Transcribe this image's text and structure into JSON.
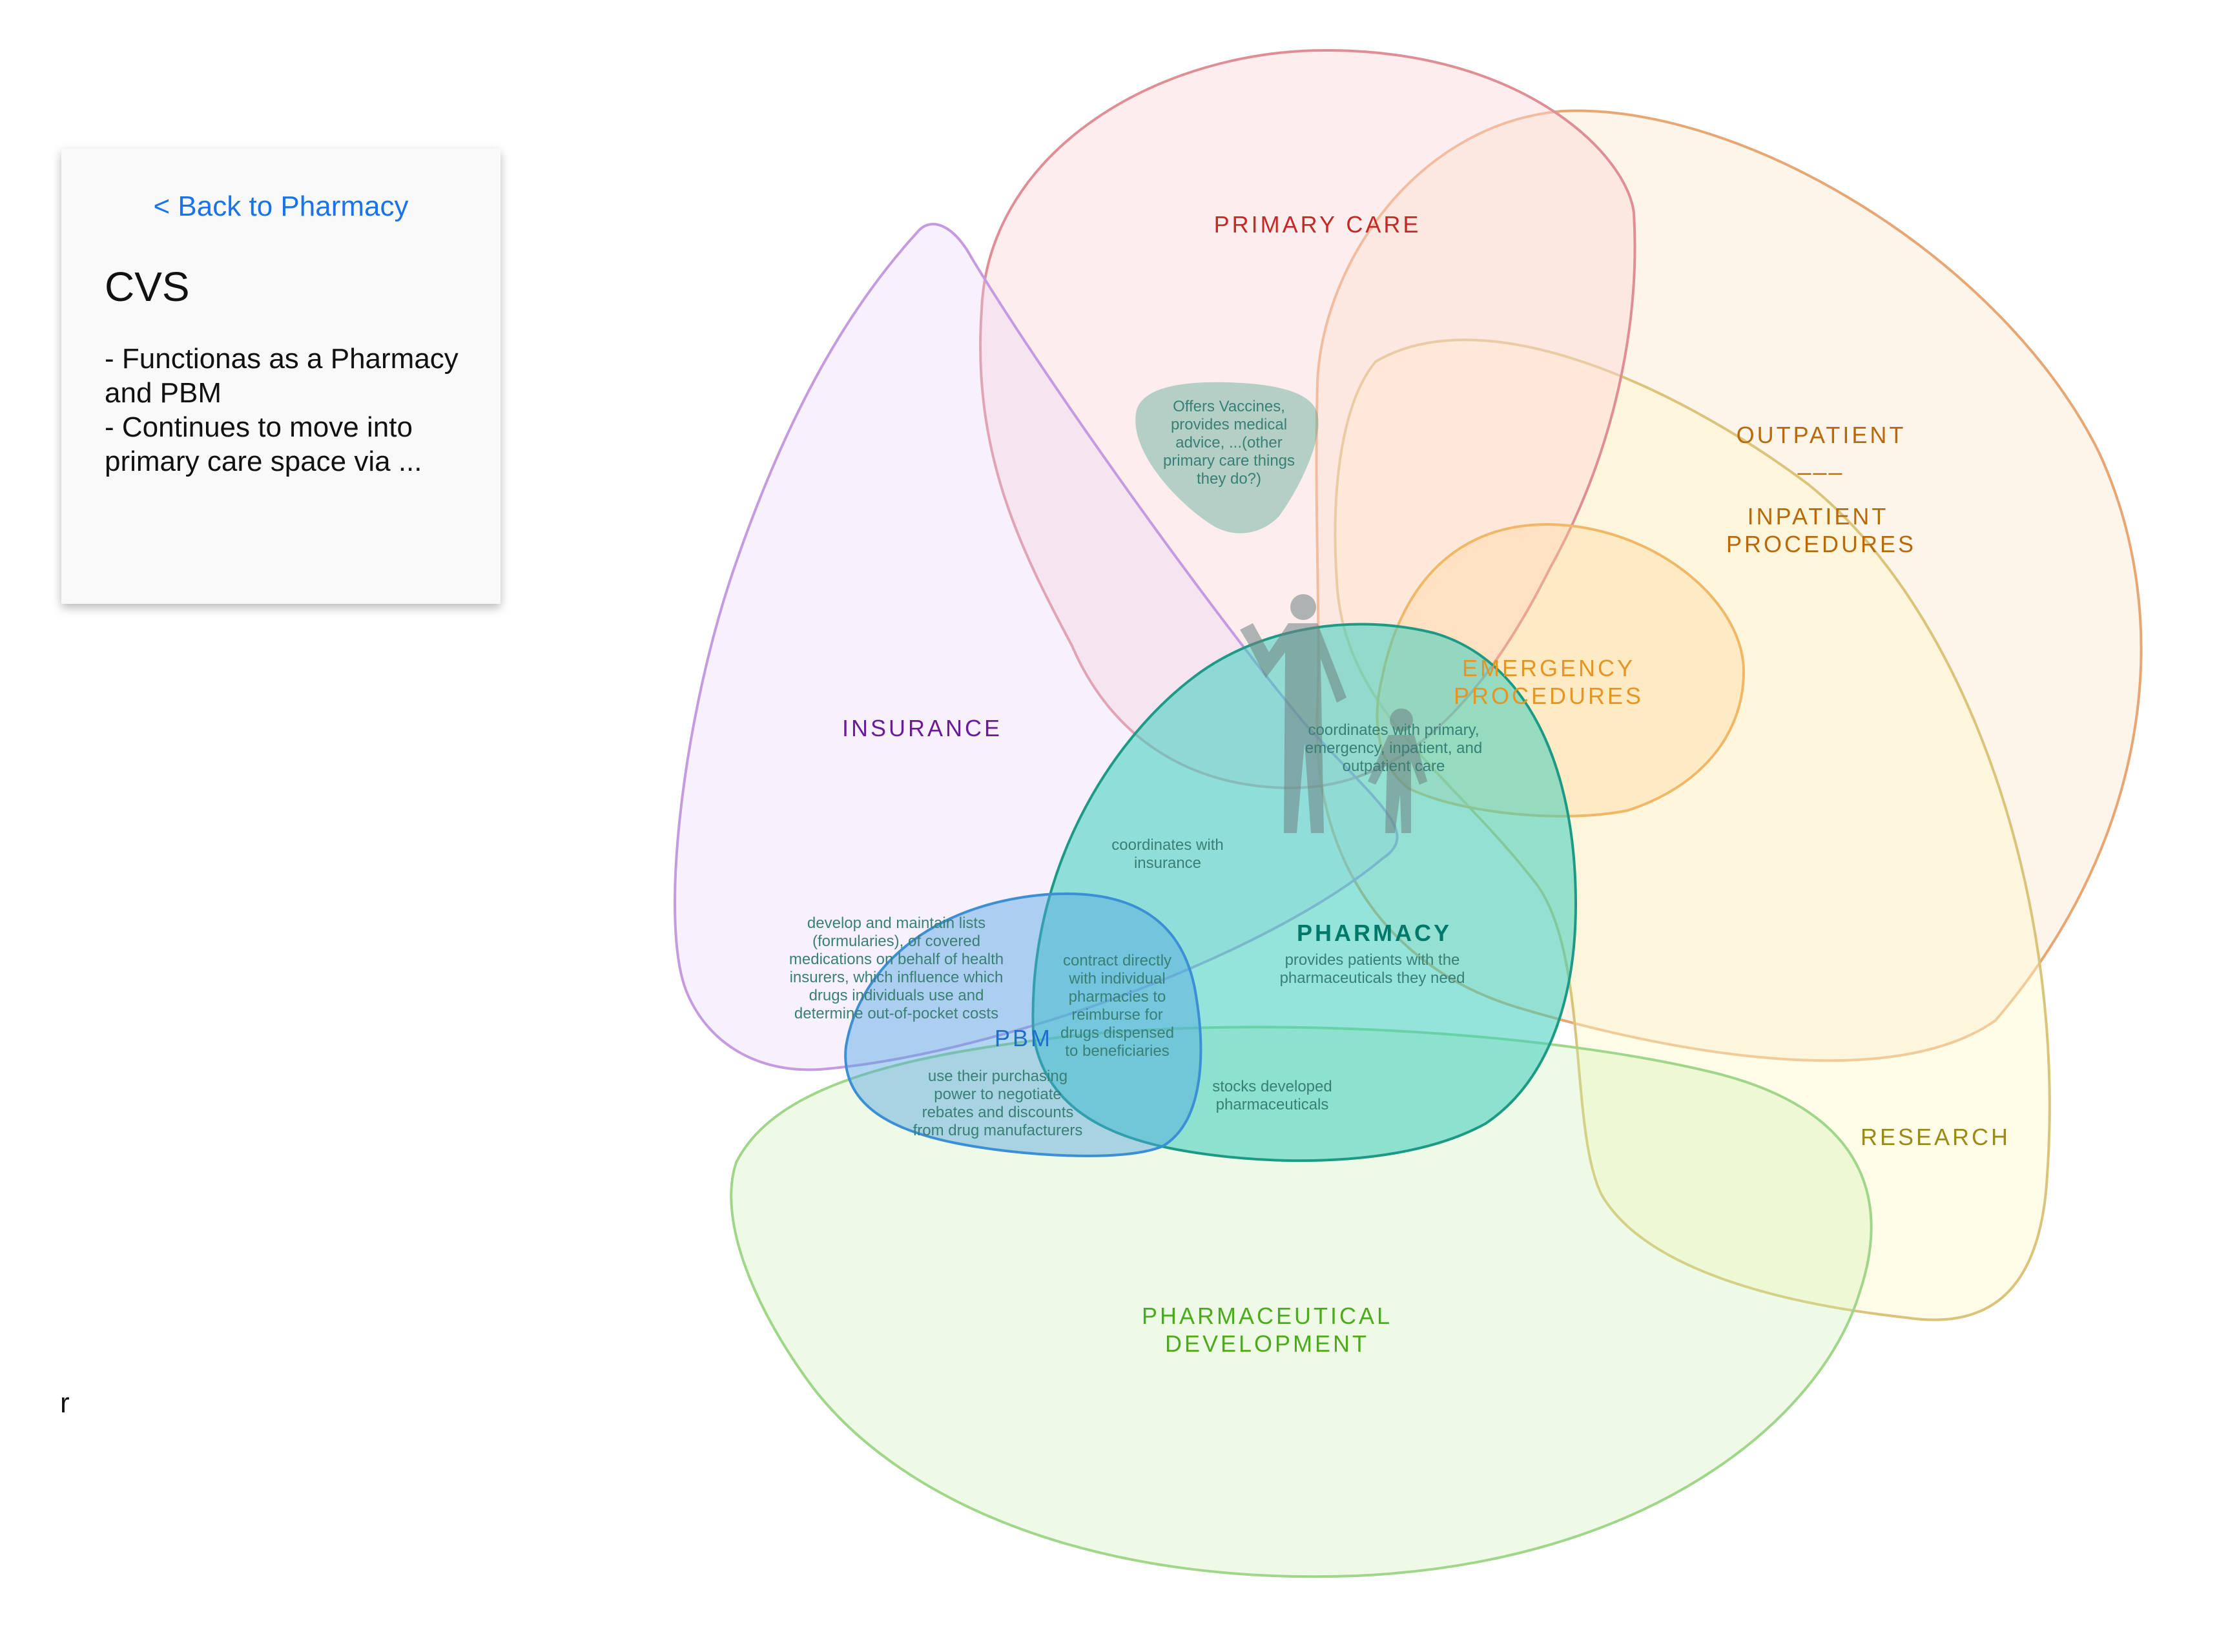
{
  "sidebar": {
    "back_link": "< Back to Pharmacy",
    "title": "CVS",
    "bullets": [
      "- Functionas as a Pharmacy",
      "and PBM",
      "- Continues to move into",
      "primary care space via ..."
    ]
  },
  "stray_text": "r",
  "diagram": {
    "labels": {
      "primary_care": "PRIMARY CARE",
      "outpatient": "OUTPATIENT",
      "separator": "___",
      "inpatient_1": "INPATIENT",
      "inpatient_2": "PROCEDURES",
      "emergency_1": "EMERGENCY",
      "emergency_2": "PROCEDURES",
      "insurance": "INSURANCE",
      "pharmacy": "PHARMACY",
      "pbm": "PBM",
      "research": "RESEARCH",
      "pharma_dev_1": "PHARMACEUTICAL",
      "pharma_dev_2": "DEVELOPMENT"
    },
    "notes": {
      "vaccines": [
        "Offers Vaccines,",
        "provides medical",
        "advice, ...(other",
        "primary care things",
        "they do?)"
      ],
      "coordinates_care": [
        "coordinates with primary,",
        "emergency, inpatient, and",
        "outpatient care"
      ],
      "coordinates_insurance": [
        "coordinates with",
        "insurance"
      ],
      "formularies": [
        "develop and maintain lists",
        "(formularies), of covered",
        "medications on behalf of health",
        "insurers, which influence which",
        "drugs individuals use and",
        "determine out-of-pocket costs"
      ],
      "contract": [
        "contract directly",
        "with individual",
        "pharmacies to",
        "reimburse for",
        "drugs dispensed",
        "to beneficiaries"
      ],
      "pharmacy_desc": [
        "provides patients with the",
        "pharmaceuticals they need"
      ],
      "purchasing": [
        "use their purchasing",
        "power to negotiate",
        "rebates and discounts",
        "from drug manufacturers"
      ],
      "stocks": [
        "stocks developed",
        "pharmaceuticals"
      ]
    },
    "colors": {
      "primary_care": "#c62828",
      "insurance": "#6a1b9a",
      "pharmacy": "#00897b",
      "pbm": "#1e88e5",
      "outpatient": "#b8690a",
      "emergency": "#e69522",
      "research": "#9a8a1a",
      "pharma_dev": "#4caa1c",
      "note": "#3a7f75"
    }
  }
}
